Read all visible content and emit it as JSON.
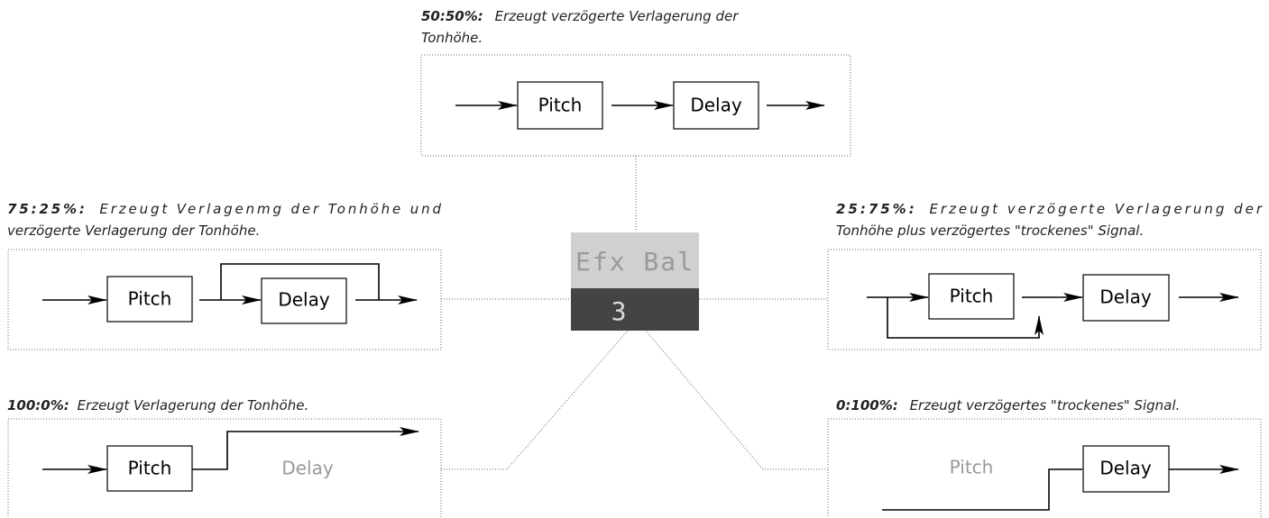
{
  "display": {
    "label": "Efx Bal",
    "value": "3"
  },
  "blocks": {
    "pitch": "Pitch",
    "delay": "Delay"
  },
  "panels": [
    {
      "id": "50-50",
      "ratio": "50:50%:",
      "text": "Erzeugt verzögerte Verlagerung der",
      "text2": "Tonhöhe."
    },
    {
      "id": "75-25",
      "ratio": "75:25%:",
      "text": "Erzeugt Verlagenmg der Tonhöhe und",
      "text2": "verzögerte Verlagerung der Tonhöhe."
    },
    {
      "id": "25-75",
      "ratio": "25:75%:",
      "text": "Erzeugt verzögerte Verlagerung der",
      "text2": "Tonhöhe plus verzögertes \"trockenes\" Signal."
    },
    {
      "id": "100-0",
      "ratio": "100:0%:",
      "text": "Erzeugt Verlagerung der Tonhöhe.",
      "text2": ""
    },
    {
      "id": "0-100",
      "ratio": "0:100%:",
      "text": "Erzeugt verzögertes \"trockenes\" Signal.",
      "text2": ""
    }
  ]
}
